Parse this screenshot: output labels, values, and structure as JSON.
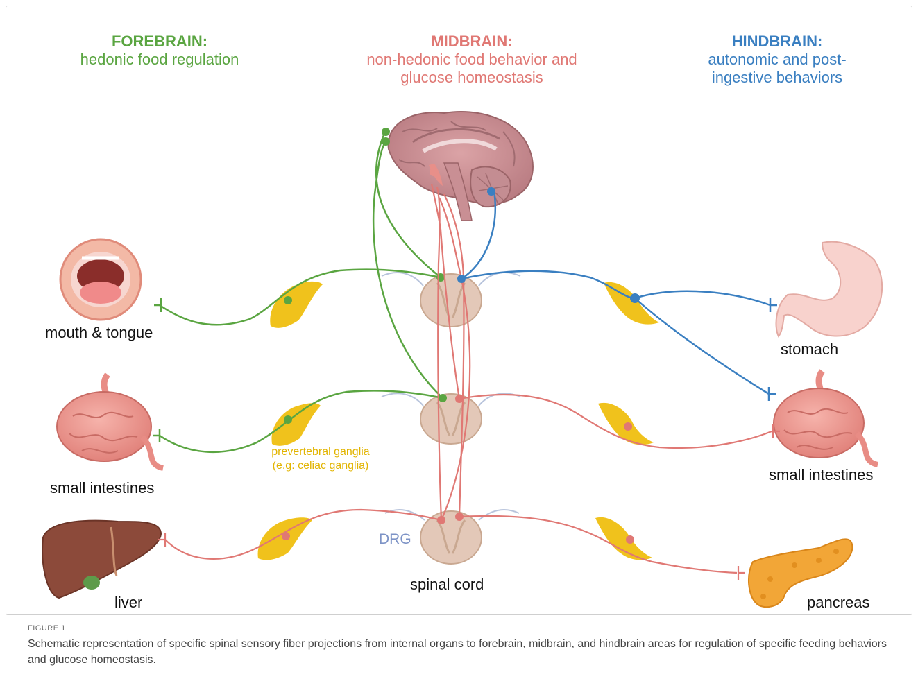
{
  "headers": {
    "forebrain": {
      "title": "FOREBRAIN:",
      "sub": "hedonic food regulation",
      "color": "#5aa541"
    },
    "midbrain": {
      "title": "MIDBRAIN:",
      "sub1": "non-hedonic food behavior and",
      "sub2": "glucose homeostasis",
      "color": "#e07874"
    },
    "hindbrain": {
      "title": "HINDBRAIN:",
      "sub1": "autonomic and post-",
      "sub2": "ingestive behaviors",
      "color": "#3a7fc1"
    }
  },
  "labels": {
    "mouth": "mouth & tongue",
    "small_intestines_left": "small intestines",
    "liver": "liver",
    "stomach": "stomach",
    "small_intestines_right": "small intestines",
    "pancreas": "pancreas",
    "spinal_cord": "spinal cord",
    "drg": "DRG",
    "ganglia_line1": "prevertebral ganglia",
    "ganglia_line2": "(e.g: celiac ganglia)"
  },
  "caption": {
    "figure": "FIGURE 1",
    "text": "Schematic representation of specific spinal sensory fiber projections from internal organs to forebrain, midbrain, and hindbrain areas for regulation of specific feeding behaviors and glucose homeostasis."
  }
}
